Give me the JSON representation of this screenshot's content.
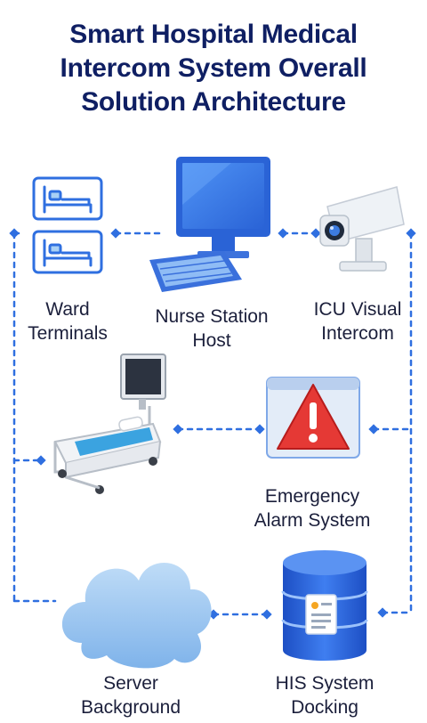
{
  "title": {
    "line1": "Smart Hospital Medical",
    "line2": "Intercom System Overall",
    "line3": "Solution Architecture"
  },
  "nodes": {
    "ward_terminals": {
      "line1": "Ward",
      "line2": "Terminals",
      "icon": "hospital-bed-icon"
    },
    "nurse_station": {
      "line1": "Nurse Station",
      "line2": "Host",
      "icon": "desktop-computer-icon"
    },
    "icu_intercom": {
      "line1": "ICU Visual",
      "line2": "Intercom",
      "icon": "camera-icon"
    },
    "patient_bed": {
      "icon": "patient-bed-monitor-icon"
    },
    "emergency_alarm": {
      "line1": "Emergency",
      "line2": "Alarm System",
      "icon": "alarm-warning-icon"
    },
    "server_background": {
      "line1": "Server",
      "line2": "Background",
      "icon": "cloud-icon"
    },
    "his_docking": {
      "line1": "HIS System",
      "line2": "Docking",
      "icon": "database-icon"
    }
  },
  "colors": {
    "title": "#0f1f63",
    "accent_blue": "#2f6fe0",
    "light_blue": "#9cc9f2",
    "alarm_red": "#e53935",
    "connector": "#2f6fe0"
  }
}
